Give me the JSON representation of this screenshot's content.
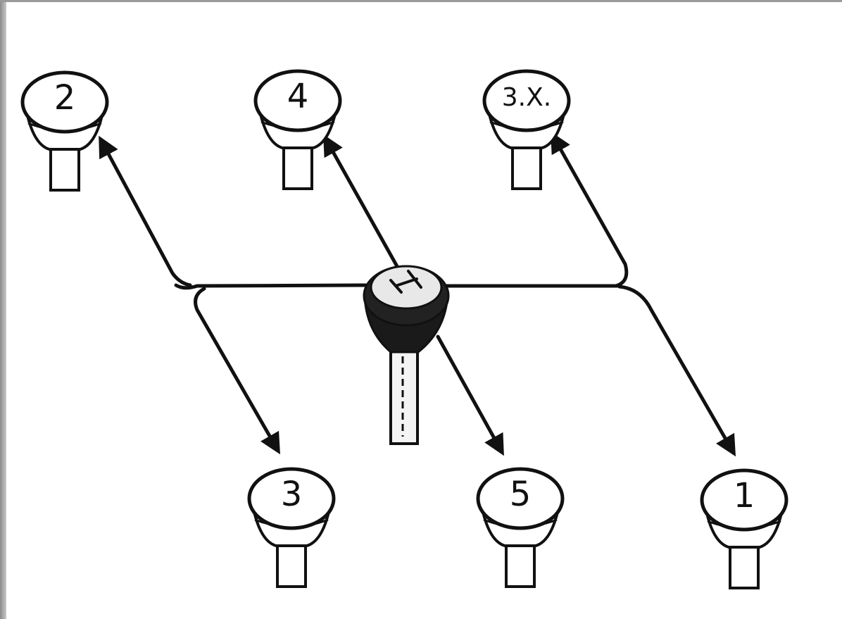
{
  "diagram": {
    "center_knob": {
      "label": "",
      "icon": "gear-shift-knob-icon"
    },
    "positions": [
      {
        "label": "2"
      },
      {
        "label": "4"
      },
      {
        "label": "3.Х."
      },
      {
        "label": "3"
      },
      {
        "label": "5"
      },
      {
        "label": "1"
      }
    ]
  }
}
